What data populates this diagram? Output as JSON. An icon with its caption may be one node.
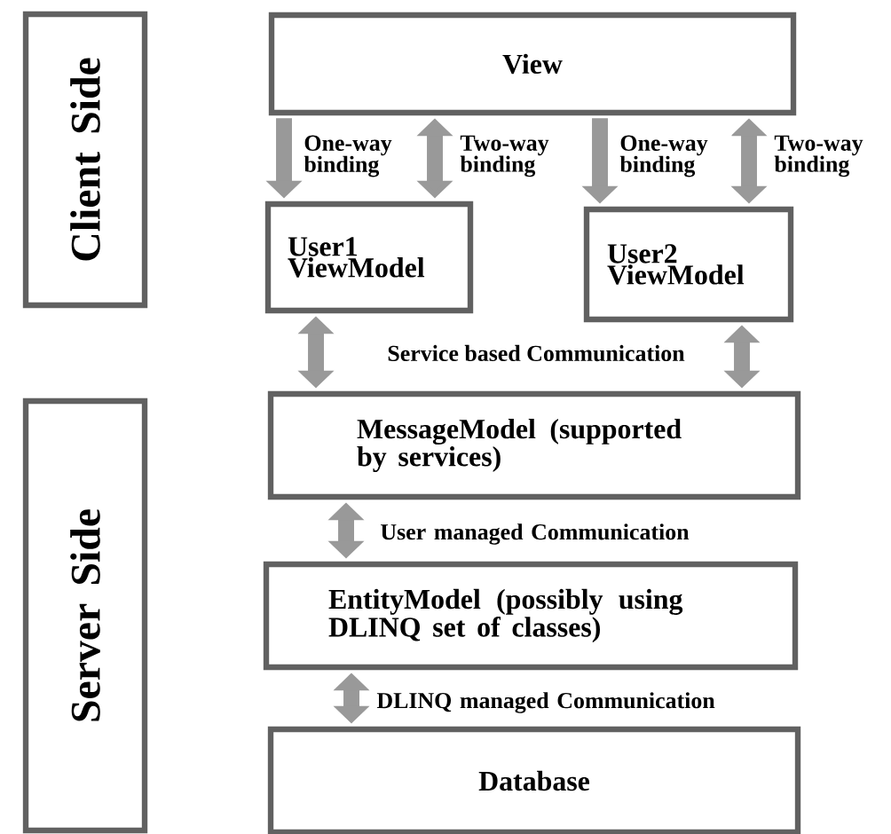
{
  "diagram": {
    "nodes": [
      {
        "text": [
          "Client Side"
        ]
      },
      {
        "text": [
          "Server Side"
        ]
      },
      {
        "text": [
          "View"
        ]
      },
      {
        "text": [
          "User1 ViewModel"
        ]
      },
      {
        "text": [
          "User2 ViewModel"
        ]
      },
      {
        "text": [
          "MessageModel (supported by services)"
        ]
      },
      {
        "text": [
          "EntityModel (possibly using DLINQ set of classes)"
        ]
      },
      {
        "text": [
          "Database"
        ]
      }
    ],
    "edges": [
      {
        "from": 2,
        "to": 3,
        "arrow": "to",
        "label": "One-way binding"
      },
      {
        "from": 2,
        "to": 3,
        "arrow": "both",
        "label": "Two-way binding"
      },
      {
        "from": 2,
        "to": 4,
        "arrow": "to",
        "label": "One-way binding"
      },
      {
        "from": 2,
        "to": 4,
        "arrow": "both",
        "label": "Two-way binding"
      },
      {
        "from": 3,
        "to": 5,
        "arrow": "both",
        "label": "Service based Communication"
      },
      {
        "from": 4,
        "to": 5,
        "arrow": "both"
      },
      {
        "from": 5,
        "to": 6,
        "arrow": "both",
        "label": "User managed Communication"
      },
      {
        "from": 6,
        "to": 7,
        "arrow": "both",
        "label": "DLINQ managed Communication"
      }
    ]
  }
}
